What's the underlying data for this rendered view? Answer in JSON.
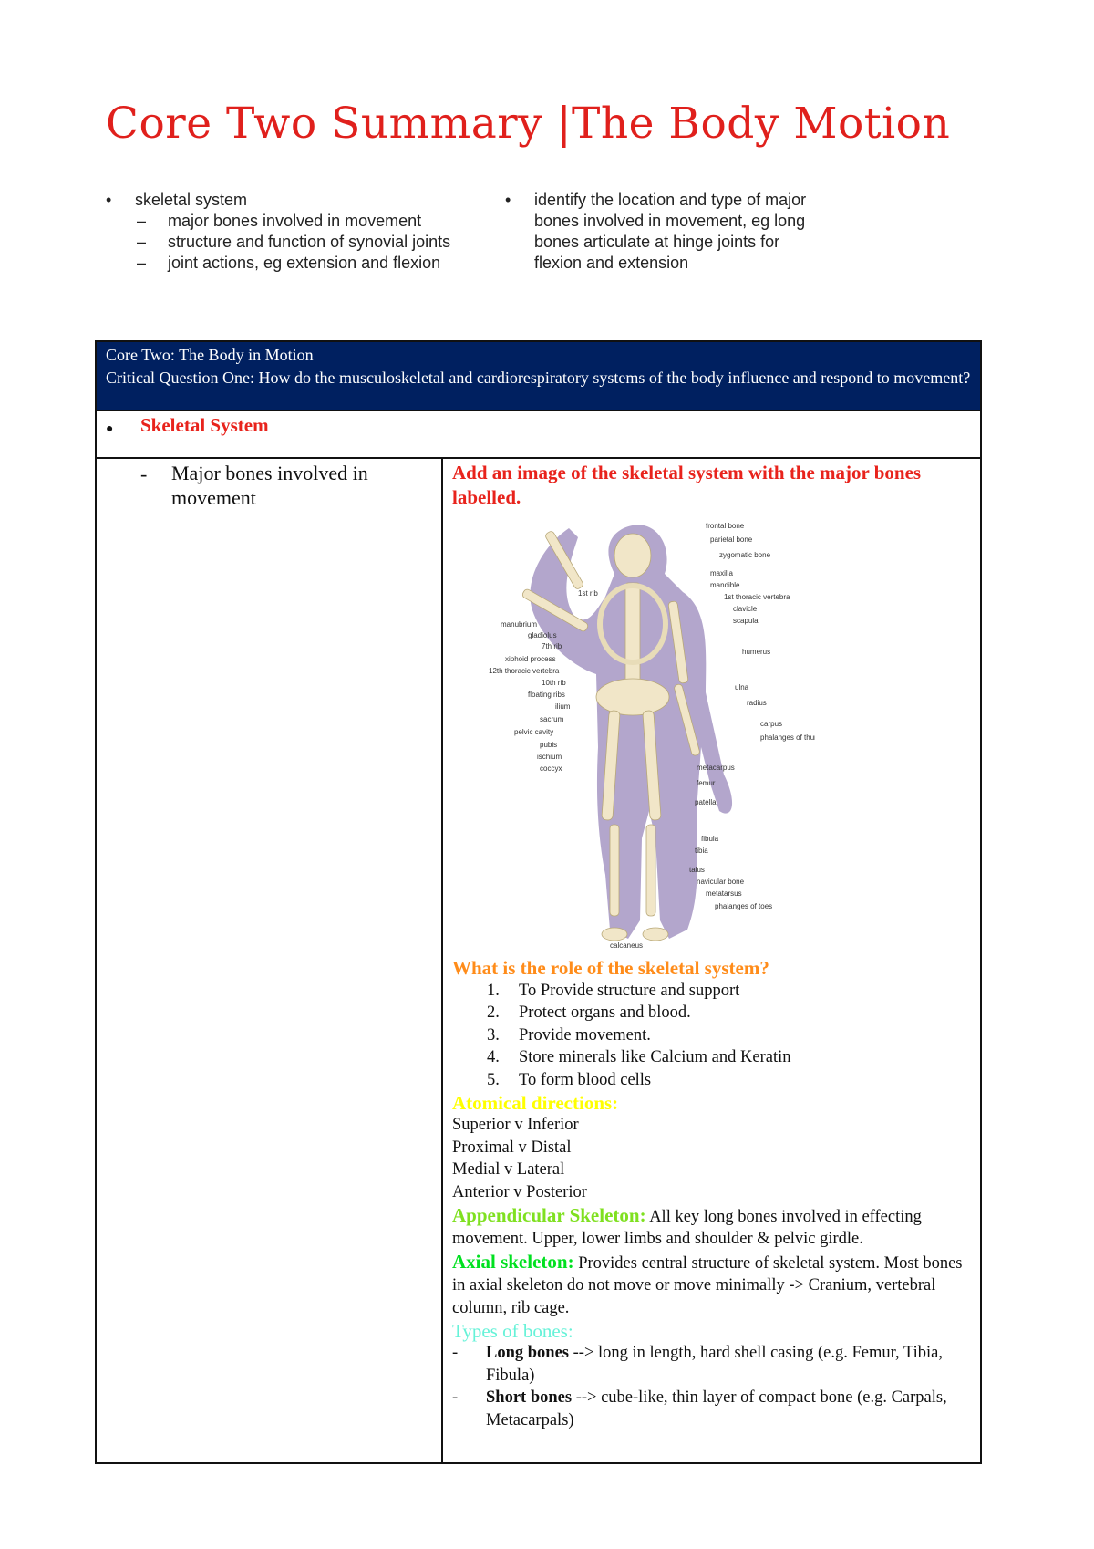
{
  "title": "Core Two Summary |The Body Motion",
  "syllabus": {
    "left": {
      "bullet": "skeletal system",
      "subitems": [
        "major bones involved in movement",
        "structure and function of synovial joints",
        "joint actions, eg extension and flexion"
      ]
    },
    "right": [
      "identify the location and type of major",
      "bones involved in movement, eg long",
      "bones articulate at hinge joints for",
      "flexion and extension"
    ]
  },
  "table": {
    "header_line1": "Core Two: The Body in Motion",
    "header_line2": "Critical Question One: How do the musculoskeletal and cardiorespiratory systems of the body influence and respond to movement?",
    "section": "Skeletal System",
    "left_cell": "Major bones involved in movement",
    "instruction": "Add an image of the skeletal system with the major bones labelled.",
    "figure_labels": [
      "frontal bone",
      "parietal bone",
      "zygomatic bone",
      "maxilla",
      "mandible",
      "1st thoracic vertebra",
      "clavicle",
      "scapula",
      "humerus",
      "ulna",
      "radius",
      "carpus",
      "phalanges of thumb and fingers",
      "metacarpus",
      "femur",
      "patella",
      "fibula",
      "tibia",
      "talus",
      "navicular bone",
      "metatarsus",
      "phalanges of toes",
      "calcaneus",
      "1st rib",
      "manubrium",
      "gladiolus",
      "7th rib",
      "xiphoid process",
      "12th thoracic vertebra",
      "10th rib",
      "floating ribs",
      "ilium",
      "sacrum",
      "pelvic cavity",
      "pubis",
      "ischium",
      "coccyx"
    ],
    "role_heading": "What is the role of the skeletal system?",
    "roles": [
      "To Provide structure and support",
      "Protect organs and blood.",
      "Provide movement.",
      "Store minerals like Calcium and Keratin",
      "To form blood cells"
    ],
    "directions_heading": "Atomical directions:",
    "directions": [
      "Superior v Inferior",
      "Proximal v Distal",
      "Medial v Lateral",
      "Anterior v Posterior"
    ],
    "appendicular_heading": "Appendicular Skeleton:",
    "appendicular_text": "All key long bones involved in effecting movement. Upper, lower limbs and shoulder & pelvic girdle.",
    "axial_heading": "Axial skeleton:",
    "axial_text": "Provides central structure of skeletal system. Most bones in axial skeleton do not move or move minimally -> Cranium, vertebral column, rib cage.",
    "types_heading": "Types of bones:",
    "types": [
      {
        "name": "Long bones",
        "text": " --> long in length, hard shell casing (e.g. Femur, Tibia, Fibula)"
      },
      {
        "name": "Short bones",
        "text": " --> cube-like, thin layer of compact bone (e.g. Carpals, Metacarpals)"
      }
    ]
  },
  "colors": {
    "title": "#e0201c",
    "header_bg": "#002060",
    "orange": "#ff8c1a",
    "yellow": "#ffff00",
    "lime": "#7fe020",
    "green": "#00e020",
    "aqua": "#66f2d8"
  }
}
